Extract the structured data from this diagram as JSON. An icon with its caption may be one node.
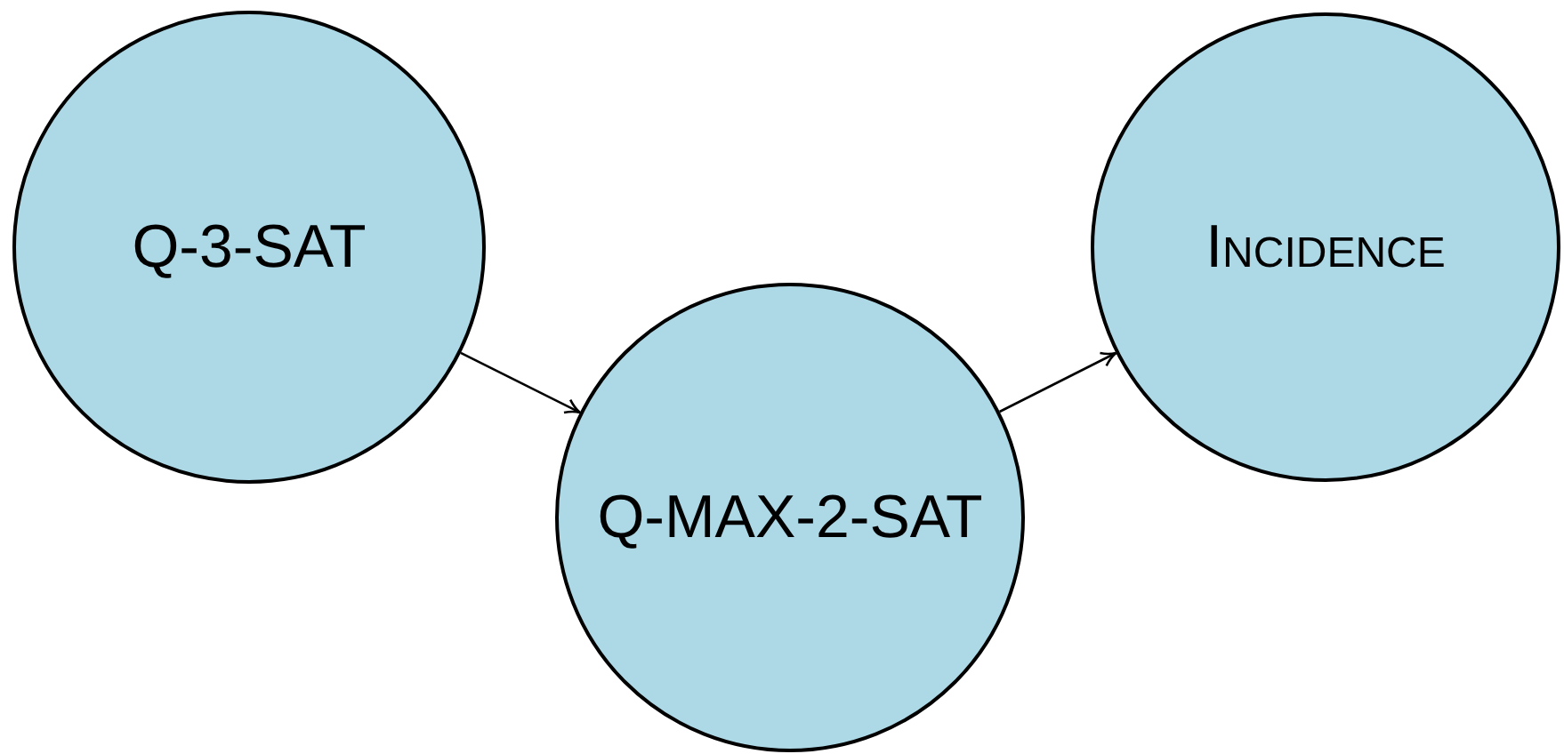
{
  "diagram": {
    "nodes": [
      {
        "text": [
          "Q-3-SAT"
        ]
      },
      {
        "text": [
          "Q-MAX-2-SAT"
        ]
      },
      {
        "text": [
          "Incidence"
        ]
      }
    ],
    "edges": [
      {
        "from": 0,
        "to": 1,
        "arrow": "to"
      },
      {
        "from": 1,
        "to": 2,
        "arrow": "to"
      }
    ]
  }
}
